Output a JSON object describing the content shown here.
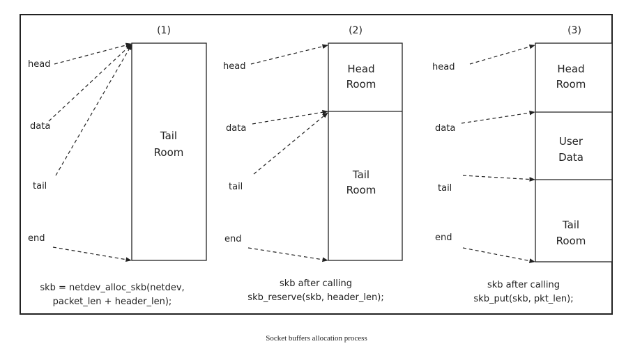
{
  "panels": [
    {
      "number": "(1)",
      "pointers": {
        "head": "head",
        "data": "data",
        "tail": "tail",
        "end": "end"
      },
      "regions": [
        {
          "line1": "Tail",
          "line2": "Room"
        }
      ],
      "code": [
        "skb = netdev_alloc_skb(netdev,",
        "packet_len + header_len);"
      ]
    },
    {
      "number": "(2)",
      "pointers": {
        "head": "head",
        "data": "data",
        "tail": "tail",
        "end": "end"
      },
      "regions": [
        {
          "line1": "Head",
          "line2": "Room"
        },
        {
          "line1": "Tail",
          "line2": "Room"
        }
      ],
      "code": [
        "skb after calling",
        "skb_reserve(skb, header_len);"
      ]
    },
    {
      "number": "(3)",
      "pointers": {
        "head": "head",
        "data": "data",
        "tail": "tail",
        "end": "end"
      },
      "regions": [
        {
          "line1": "Head",
          "line2": "Room"
        },
        {
          "line1": "User",
          "line2": "Data"
        },
        {
          "line1": "Tail",
          "line2": "Room"
        }
      ],
      "code": [
        "skb after calling",
        "skb_put(skb, pkt_len);"
      ]
    }
  ],
  "caption": "Socket buffers allocation process"
}
